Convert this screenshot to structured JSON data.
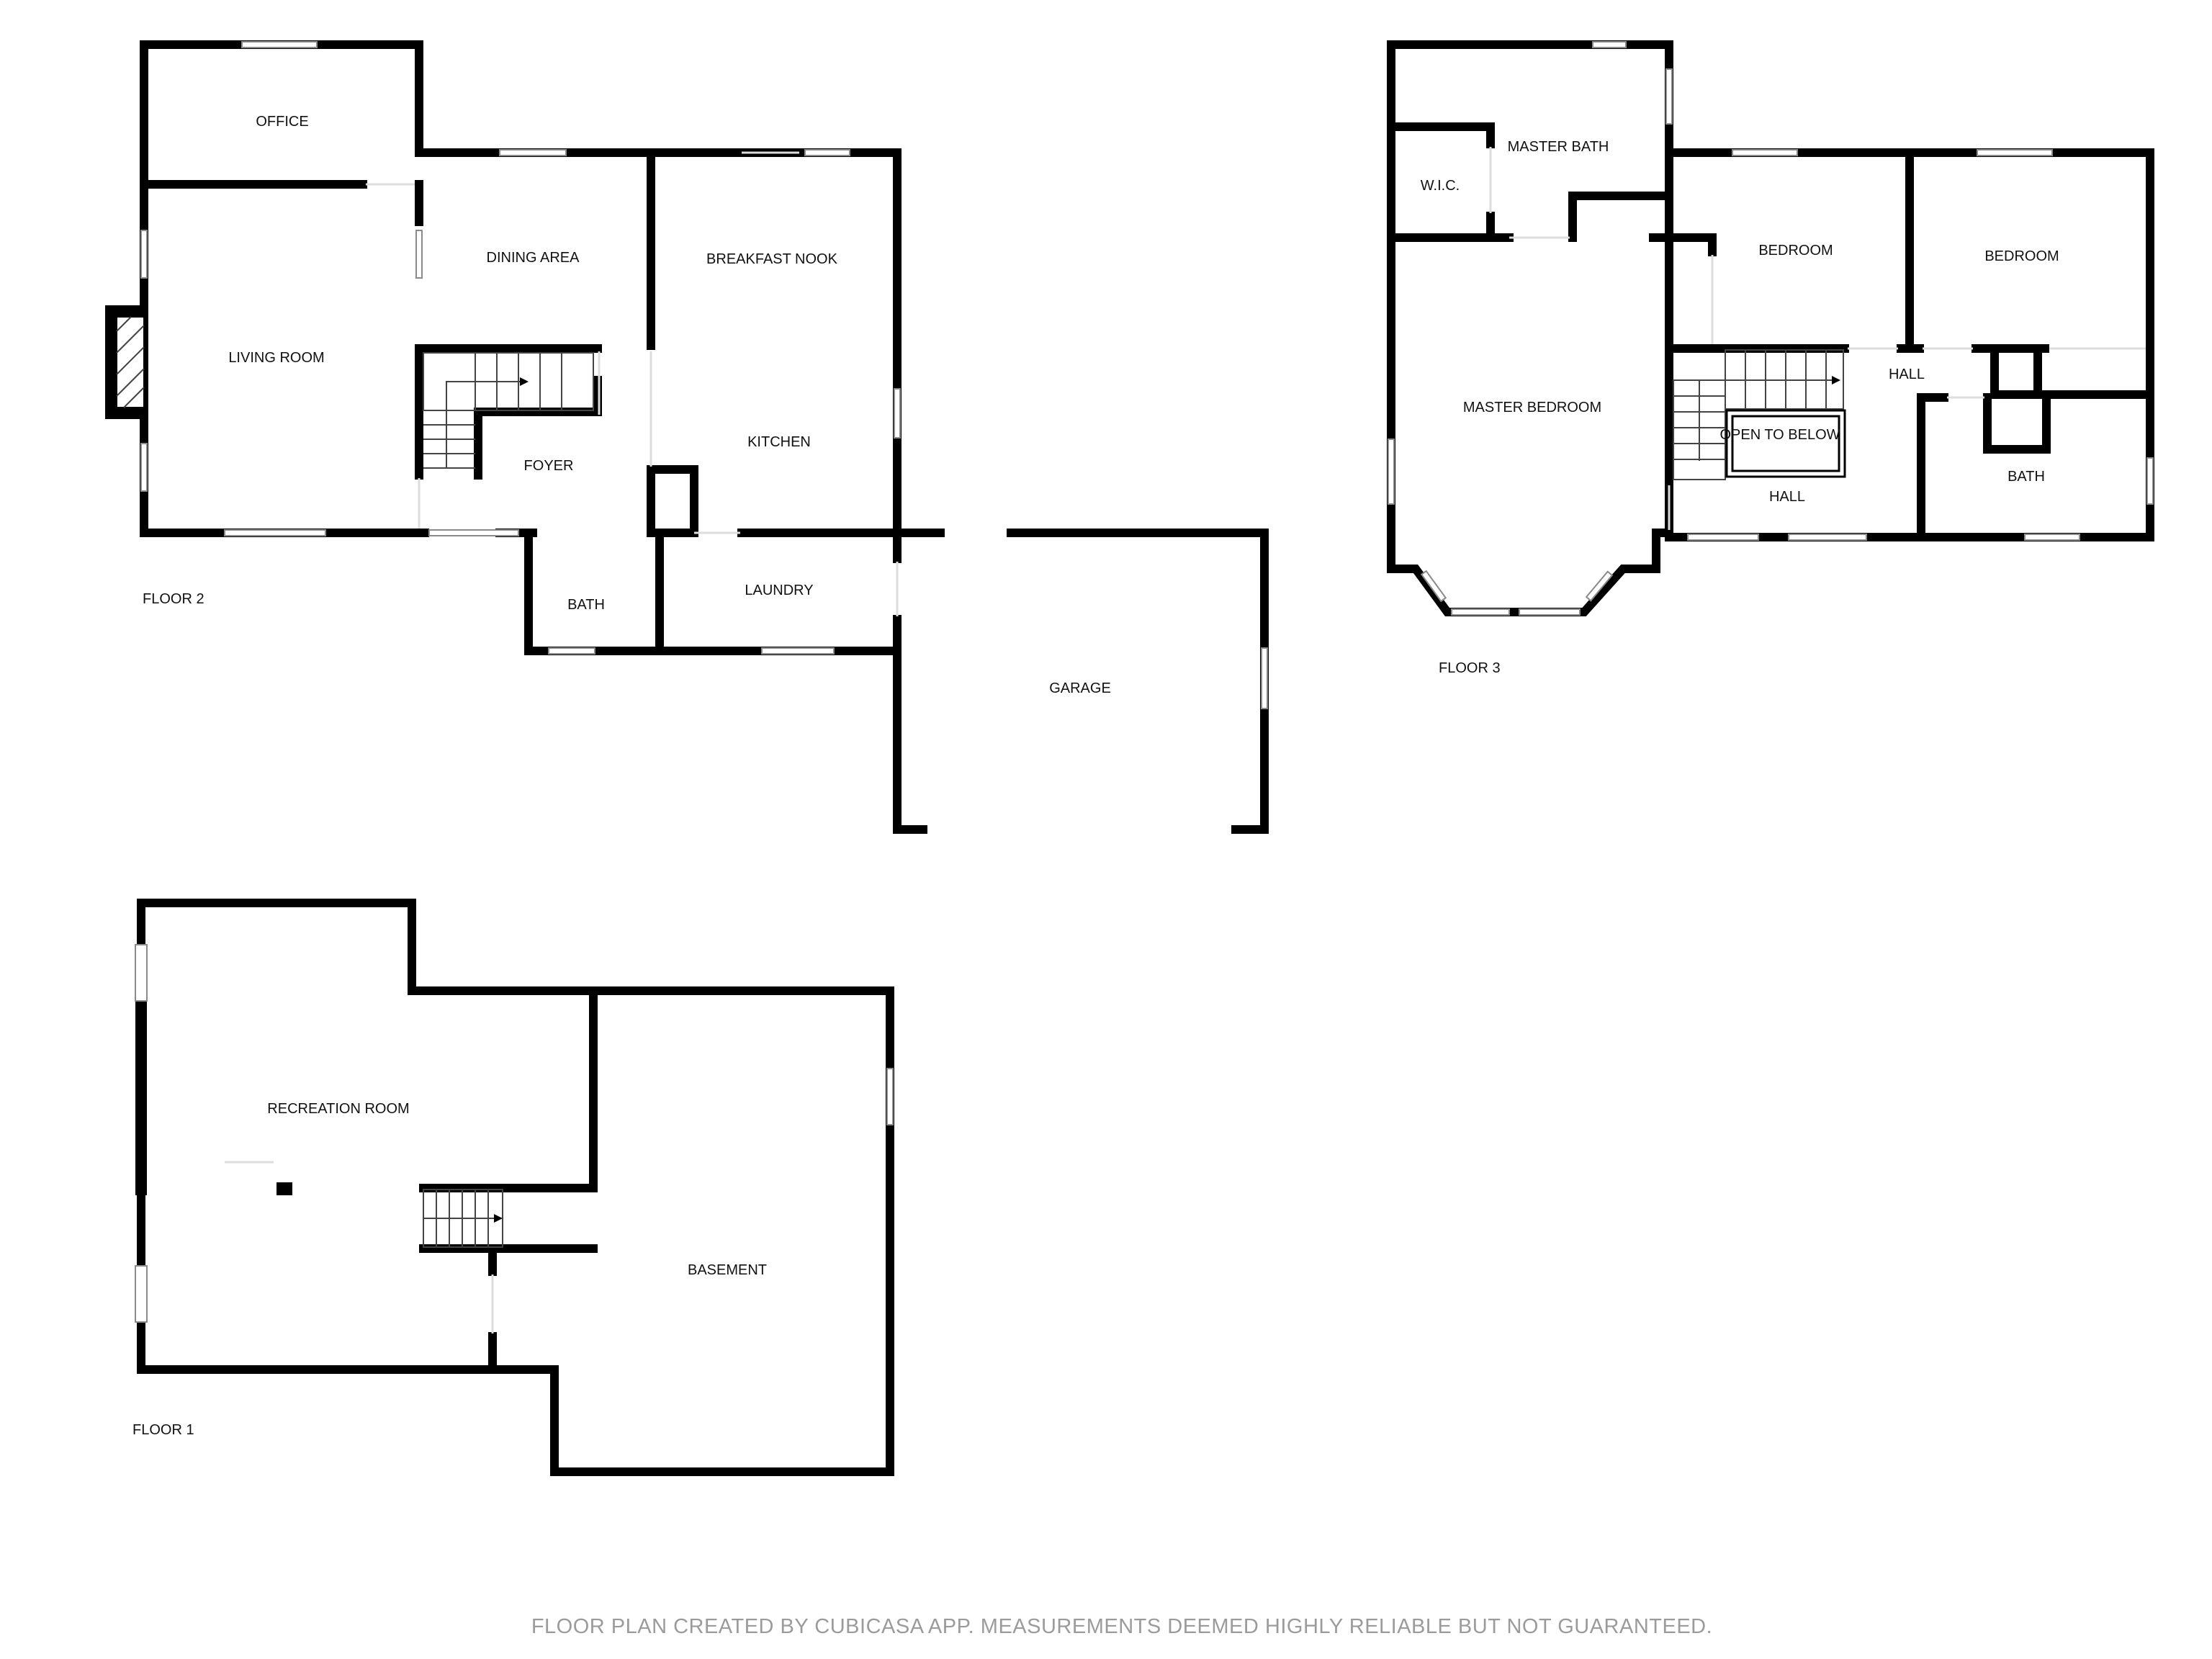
{
  "floors": {
    "floor_2": {
      "label": "FLOOR 2",
      "rooms": {
        "office": "OFFICE",
        "dining_area": "DINING AREA",
        "breakfast_nook": "BREAKFAST NOOK",
        "living_room": "LIVING ROOM",
        "foyer": "FOYER",
        "kitchen": "KITCHEN",
        "bath": "BATH",
        "laundry": "LAUNDRY",
        "garage": "GARAGE"
      }
    },
    "floor_3": {
      "label": "FLOOR 3",
      "rooms": {
        "master_bath": "MASTER BATH",
        "wic": "W.I.C.",
        "bedroom_1": "BEDROOM",
        "bedroom_2": "BEDROOM",
        "hall_upper": "HALL",
        "master_bedroom": "MASTER BEDROOM",
        "open_to_below": "OPEN TO BELOW",
        "hall_lower": "HALL",
        "bath": "BATH"
      }
    },
    "floor_1": {
      "label": "FLOOR 1",
      "rooms": {
        "recreation_room": "RECREATION ROOM",
        "basement": "BASEMENT"
      }
    }
  },
  "disclaimer": "FLOOR PLAN CREATED BY CUBICASA APP. MEASUREMENTS DEEMED HIGHLY RELIABLE BUT NOT GUARANTEED."
}
